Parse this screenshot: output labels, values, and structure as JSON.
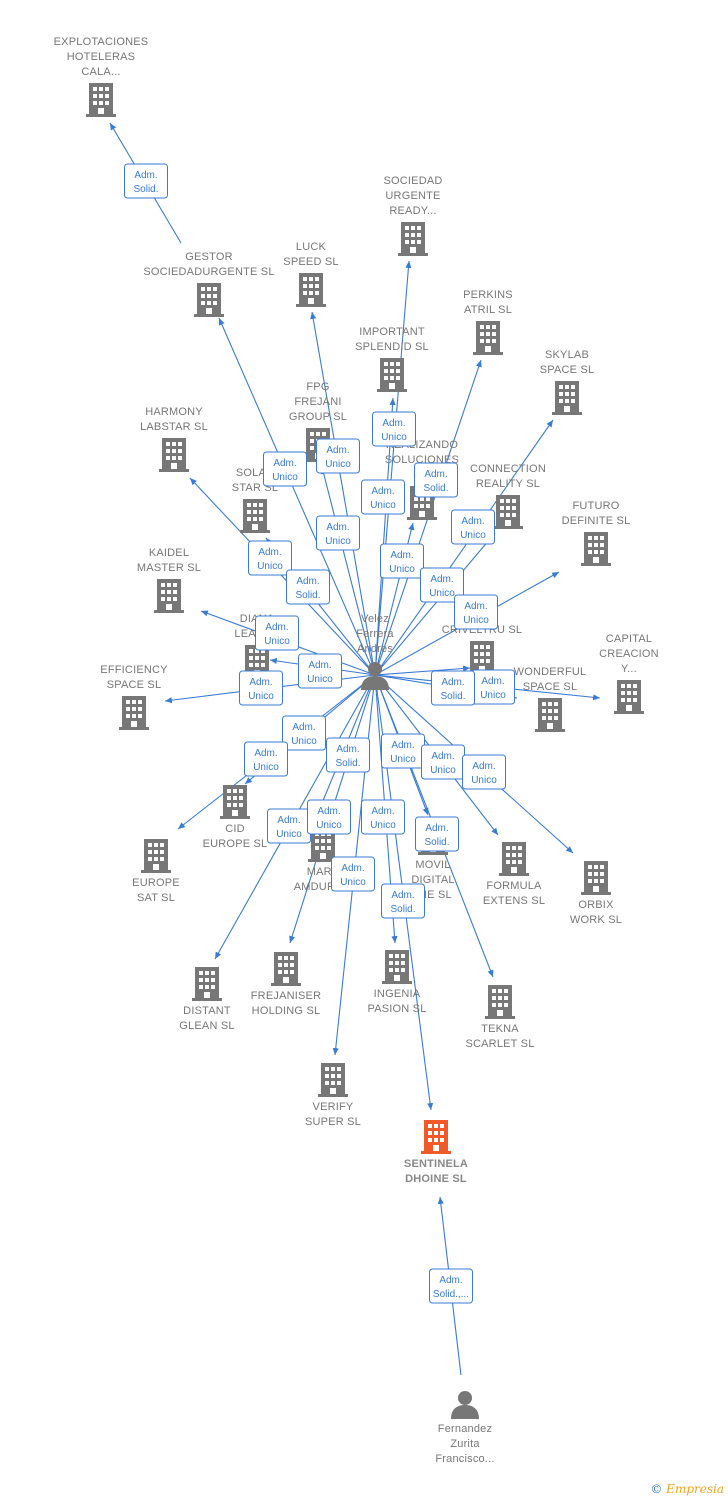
{
  "colors": {
    "edge": "#3a7bd5",
    "building": "#777777",
    "focus": "#f05a28",
    "person": "#777777",
    "label": "#777777"
  },
  "footer": {
    "copyright": "©",
    "brand_initial": "E",
    "brand_rest": "mpresia"
  },
  "nodes": [
    {
      "id": "velez",
      "type": "person",
      "lines": [
        "Velez",
        "Ferrera",
        "Andres"
      ],
      "icon": "person-icon"
    },
    {
      "id": "fernandez",
      "type": "person",
      "lines": [
        "Fernandez",
        "Zurita",
        "Francisco..."
      ],
      "icon": "person-icon"
    },
    {
      "id": "sentinela",
      "type": "focus",
      "lines": [
        "SENTINELA",
        "DHOINE  SL"
      ],
      "icon": "building-icon"
    },
    {
      "id": "explotaciones",
      "type": "company",
      "lines": [
        "EXPLOTACIONES",
        "HOTELERAS",
        "CALA..."
      ],
      "icon": "building-icon"
    },
    {
      "id": "gestor",
      "type": "company",
      "lines": [
        "GESTOR",
        "SOCIEDADURGENTE SL"
      ],
      "icon": "building-icon"
    },
    {
      "id": "luck",
      "type": "company",
      "lines": [
        "LUCK",
        "SPEED  SL"
      ],
      "icon": "building-icon"
    },
    {
      "id": "sociedad",
      "type": "company",
      "lines": [
        "SOCIEDAD",
        "URGENTE",
        "READY..."
      ],
      "icon": "building-icon"
    },
    {
      "id": "perkins",
      "type": "company",
      "lines": [
        "PERKINS",
        "ATRIL  SL"
      ],
      "icon": "building-icon"
    },
    {
      "id": "important",
      "type": "company",
      "lines": [
        "IMPORTANT",
        "SPLENDID  SL"
      ],
      "icon": "building-icon"
    },
    {
      "id": "skylab",
      "type": "company",
      "lines": [
        "SKYLAB",
        "SPACE  SL"
      ],
      "icon": "building-icon"
    },
    {
      "id": "fpg",
      "type": "company",
      "lines": [
        "FPG",
        "FREJANI",
        "GROUP  SL"
      ],
      "icon": "building-icon"
    },
    {
      "id": "harmony",
      "type": "company",
      "lines": [
        "HARMONY",
        "LABSTAR SL"
      ],
      "icon": "building-icon"
    },
    {
      "id": "realizando",
      "type": "company",
      "lines": [
        "REALIZANDO",
        "SOLUCIONES",
        "D..."
      ],
      "icon": "building-icon"
    },
    {
      "id": "solar",
      "type": "company",
      "lines": [
        "SOLAR",
        "STAR  SL"
      ],
      "icon": "building-icon"
    },
    {
      "id": "connection",
      "type": "company",
      "lines": [
        "CONNECTION",
        "REALITY  SL"
      ],
      "icon": "building-icon"
    },
    {
      "id": "futuro",
      "type": "company",
      "lines": [
        "FUTURO",
        "DEFINITE  SL"
      ],
      "icon": "building-icon"
    },
    {
      "id": "kaidel",
      "type": "company",
      "lines": [
        "KAIDEL",
        "MASTER  SL"
      ],
      "icon": "building-icon"
    },
    {
      "id": "crivel",
      "type": "company",
      "lines": [
        "...R",
        "CRIVELTRU SL"
      ],
      "icon": "building-icon"
    },
    {
      "id": "diana",
      "type": "company",
      "lines": [
        "DIANA",
        "LEADER"
      ],
      "icon": "building-icon"
    },
    {
      "id": "capital",
      "type": "company",
      "lines": [
        "CAPITAL",
        "CREACION",
        "Y..."
      ],
      "icon": "building-icon"
    },
    {
      "id": "efficiency",
      "type": "company",
      "lines": [
        "EFFICIENCY",
        "SPACE SL"
      ],
      "icon": "building-icon"
    },
    {
      "id": "wonderful",
      "type": "company",
      "lines": [
        "WONDERFUL",
        "SPACE  SL"
      ],
      "icon": "building-icon"
    },
    {
      "id": "cid",
      "type": "company",
      "lines": [
        "CID",
        "EUROPE  SL"
      ],
      "icon": "building-icon"
    },
    {
      "id": "europe",
      "type": "company",
      "lines": [
        "EUROPE",
        "SAT  SL"
      ],
      "icon": "building-icon"
    },
    {
      "id": "mars",
      "type": "company",
      "lines": [
        "MARS",
        "AMDUR  SL"
      ],
      "icon": "building-icon"
    },
    {
      "id": "movil",
      "type": "company",
      "lines": [
        "MOVIL",
        "DIGITAL",
        "...IE SL"
      ],
      "icon": "building-icon"
    },
    {
      "id": "formula",
      "type": "company",
      "lines": [
        "FORMULA",
        "EXTENS  SL"
      ],
      "icon": "building-icon"
    },
    {
      "id": "orbix",
      "type": "company",
      "lines": [
        "ORBIX",
        "WORK  SL"
      ],
      "icon": "building-icon"
    },
    {
      "id": "distant",
      "type": "company",
      "lines": [
        "DISTANT",
        "GLEAN  SL"
      ],
      "icon": "building-icon"
    },
    {
      "id": "frejaniser",
      "type": "company",
      "lines": [
        "FREJANISER",
        "HOLDING  SL"
      ],
      "icon": "building-icon"
    },
    {
      "id": "ingenia",
      "type": "company",
      "lines": [
        "INGENIA",
        "PASION  SL"
      ],
      "icon": "building-icon"
    },
    {
      "id": "tekna",
      "type": "company",
      "lines": [
        "TEKNA",
        "SCARLET  SL"
      ],
      "icon": "building-icon"
    },
    {
      "id": "verify",
      "type": "company",
      "lines": [
        "VERIFY",
        "SUPER  SL"
      ],
      "icon": "building-icon"
    }
  ],
  "edges": [
    {
      "from": "gestor",
      "to": "explotaciones",
      "label": [
        "Adm.",
        "Solid."
      ]
    },
    {
      "from": "velez",
      "to": "gestor",
      "label": [
        "Adm.",
        "Unico"
      ]
    },
    {
      "from": "velez",
      "to": "luck",
      "label": [
        "Adm.",
        "Unico"
      ]
    },
    {
      "from": "velez",
      "to": "sociedad",
      "label": [
        "Adm.",
        "Unico"
      ]
    },
    {
      "from": "velez",
      "to": "perkins",
      "label": [
        "Adm.",
        "Solid."
      ]
    },
    {
      "from": "velez",
      "to": "important",
      "label": [
        "Adm.",
        "Unico"
      ]
    },
    {
      "from": "velez",
      "to": "skylab",
      "label": [
        "Adm.",
        "Unico"
      ]
    },
    {
      "from": "velez",
      "to": "fpg",
      "label": [
        "Adm.",
        "Unico"
      ]
    },
    {
      "from": "velez",
      "to": "harmony",
      "label": [
        "Adm.",
        "Unico"
      ]
    },
    {
      "from": "velez",
      "to": "realizando",
      "label": [
        "Adm.",
        "Unico"
      ]
    },
    {
      "from": "velez",
      "to": "solar",
      "label": [
        "Adm.",
        "Solid."
      ]
    },
    {
      "from": "velez",
      "to": "connection",
      "label": [
        "Adm.",
        "Unico"
      ]
    },
    {
      "from": "velez",
      "to": "futuro",
      "label": [
        "Adm.",
        "Unico"
      ]
    },
    {
      "from": "velez",
      "to": "kaidel",
      "label": [
        "Adm.",
        "Unico"
      ]
    },
    {
      "from": "velez",
      "to": "crivel",
      "label": [
        "Adm.",
        "Unico"
      ]
    },
    {
      "from": "velez",
      "to": "diana",
      "label": [
        "Adm.",
        "Unico"
      ]
    },
    {
      "from": "velez",
      "to": "capital",
      "label": [
        "Adm.",
        "Unico"
      ]
    },
    {
      "from": "velez",
      "to": "efficiency",
      "label": [
        "Adm.",
        "Unico"
      ]
    },
    {
      "from": "velez",
      "to": "wonderful",
      "label": [
        "Adm.",
        "Solid."
      ]
    },
    {
      "from": "velez",
      "to": "cid",
      "label": [
        "Adm.",
        "Unico"
      ]
    },
    {
      "from": "velez",
      "to": "europe",
      "label": [
        "Adm.",
        "Unico"
      ]
    },
    {
      "from": "velez",
      "to": "mars",
      "label": [
        "Adm.",
        "Solid."
      ]
    },
    {
      "from": "velez",
      "to": "movil",
      "label": [
        "Adm.",
        "Unico"
      ]
    },
    {
      "from": "velez",
      "to": "formula",
      "label": [
        "Adm.",
        "Unico"
      ]
    },
    {
      "from": "velez",
      "to": "orbix",
      "label": [
        "Adm.",
        "Unico"
      ]
    },
    {
      "from": "velez",
      "to": "distant",
      "label": [
        "Adm.",
        "Unico"
      ]
    },
    {
      "from": "velez",
      "to": "frejaniser",
      "label": [
        "Adm.",
        "Unico"
      ]
    },
    {
      "from": "velez",
      "to": "ingenia",
      "label": [
        "Adm.",
        "Unico"
      ]
    },
    {
      "from": "velez",
      "to": "tekna",
      "label": [
        "Adm.",
        "Solid."
      ]
    },
    {
      "from": "velez",
      "to": "verify",
      "label": [
        "Adm.",
        "Unico"
      ]
    },
    {
      "from": "velez",
      "to": "sentinela",
      "label": [
        "Adm.",
        "Solid."
      ]
    },
    {
      "from": "fernandez",
      "to": "sentinela",
      "label": [
        "Adm.",
        "Solid.,..."
      ]
    }
  ]
}
